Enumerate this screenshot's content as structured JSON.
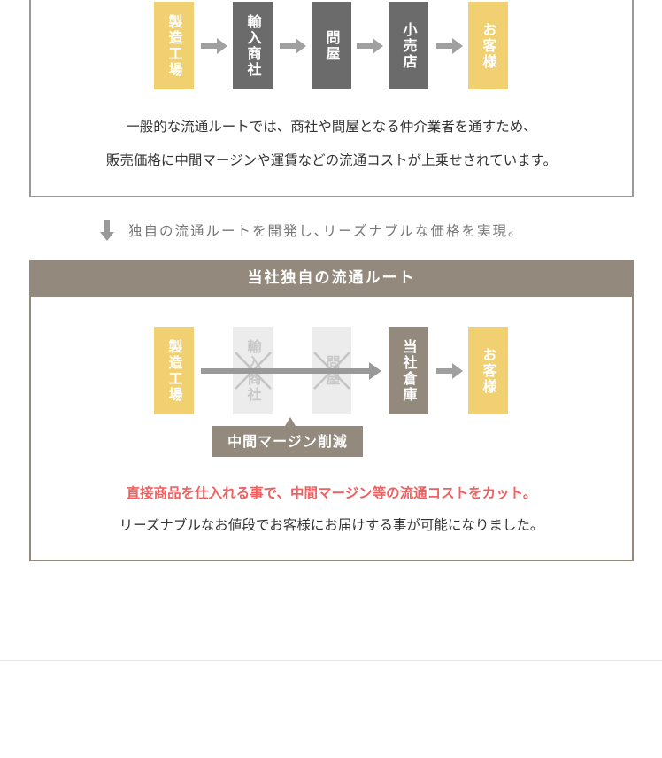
{
  "general_route": {
    "steps": [
      {
        "label": "製造工場"
      },
      {
        "label": "輸入商社"
      },
      {
        "label": "問屋"
      },
      {
        "label": "小売店"
      },
      {
        "label": "お客様"
      }
    ],
    "desc_line1": "一般的な流通ルートでは、商社や問屋となる仲介業者を通すため、",
    "desc_line2": "販売価格に中間マージンや運賃などの流通コストが上乗せされています。"
  },
  "transition": {
    "icon": "arrow-down-icon",
    "text": "独自の流通ルートを開発し､リーズナブルな価格を実現。"
  },
  "own_route": {
    "title": "当社独自の流通ルート",
    "steps": [
      {
        "label": "製造工場"
      },
      {
        "label": "輸入商社"
      },
      {
        "label": "問屋"
      },
      {
        "label": "当社倉庫"
      },
      {
        "label": "お客様"
      }
    ],
    "callout": "中間マージン削減",
    "highlight": "直接商品を仕入れる事で、中間マージン等の流通コストをカット。",
    "desc": "リーズナブルなお値段でお客様にお届けする事が可能になりました。"
  },
  "colors": {
    "yellow": "#f0d070",
    "dark": "#6b6b6b",
    "brown": "#938a7d",
    "highlight": "#f06060"
  }
}
